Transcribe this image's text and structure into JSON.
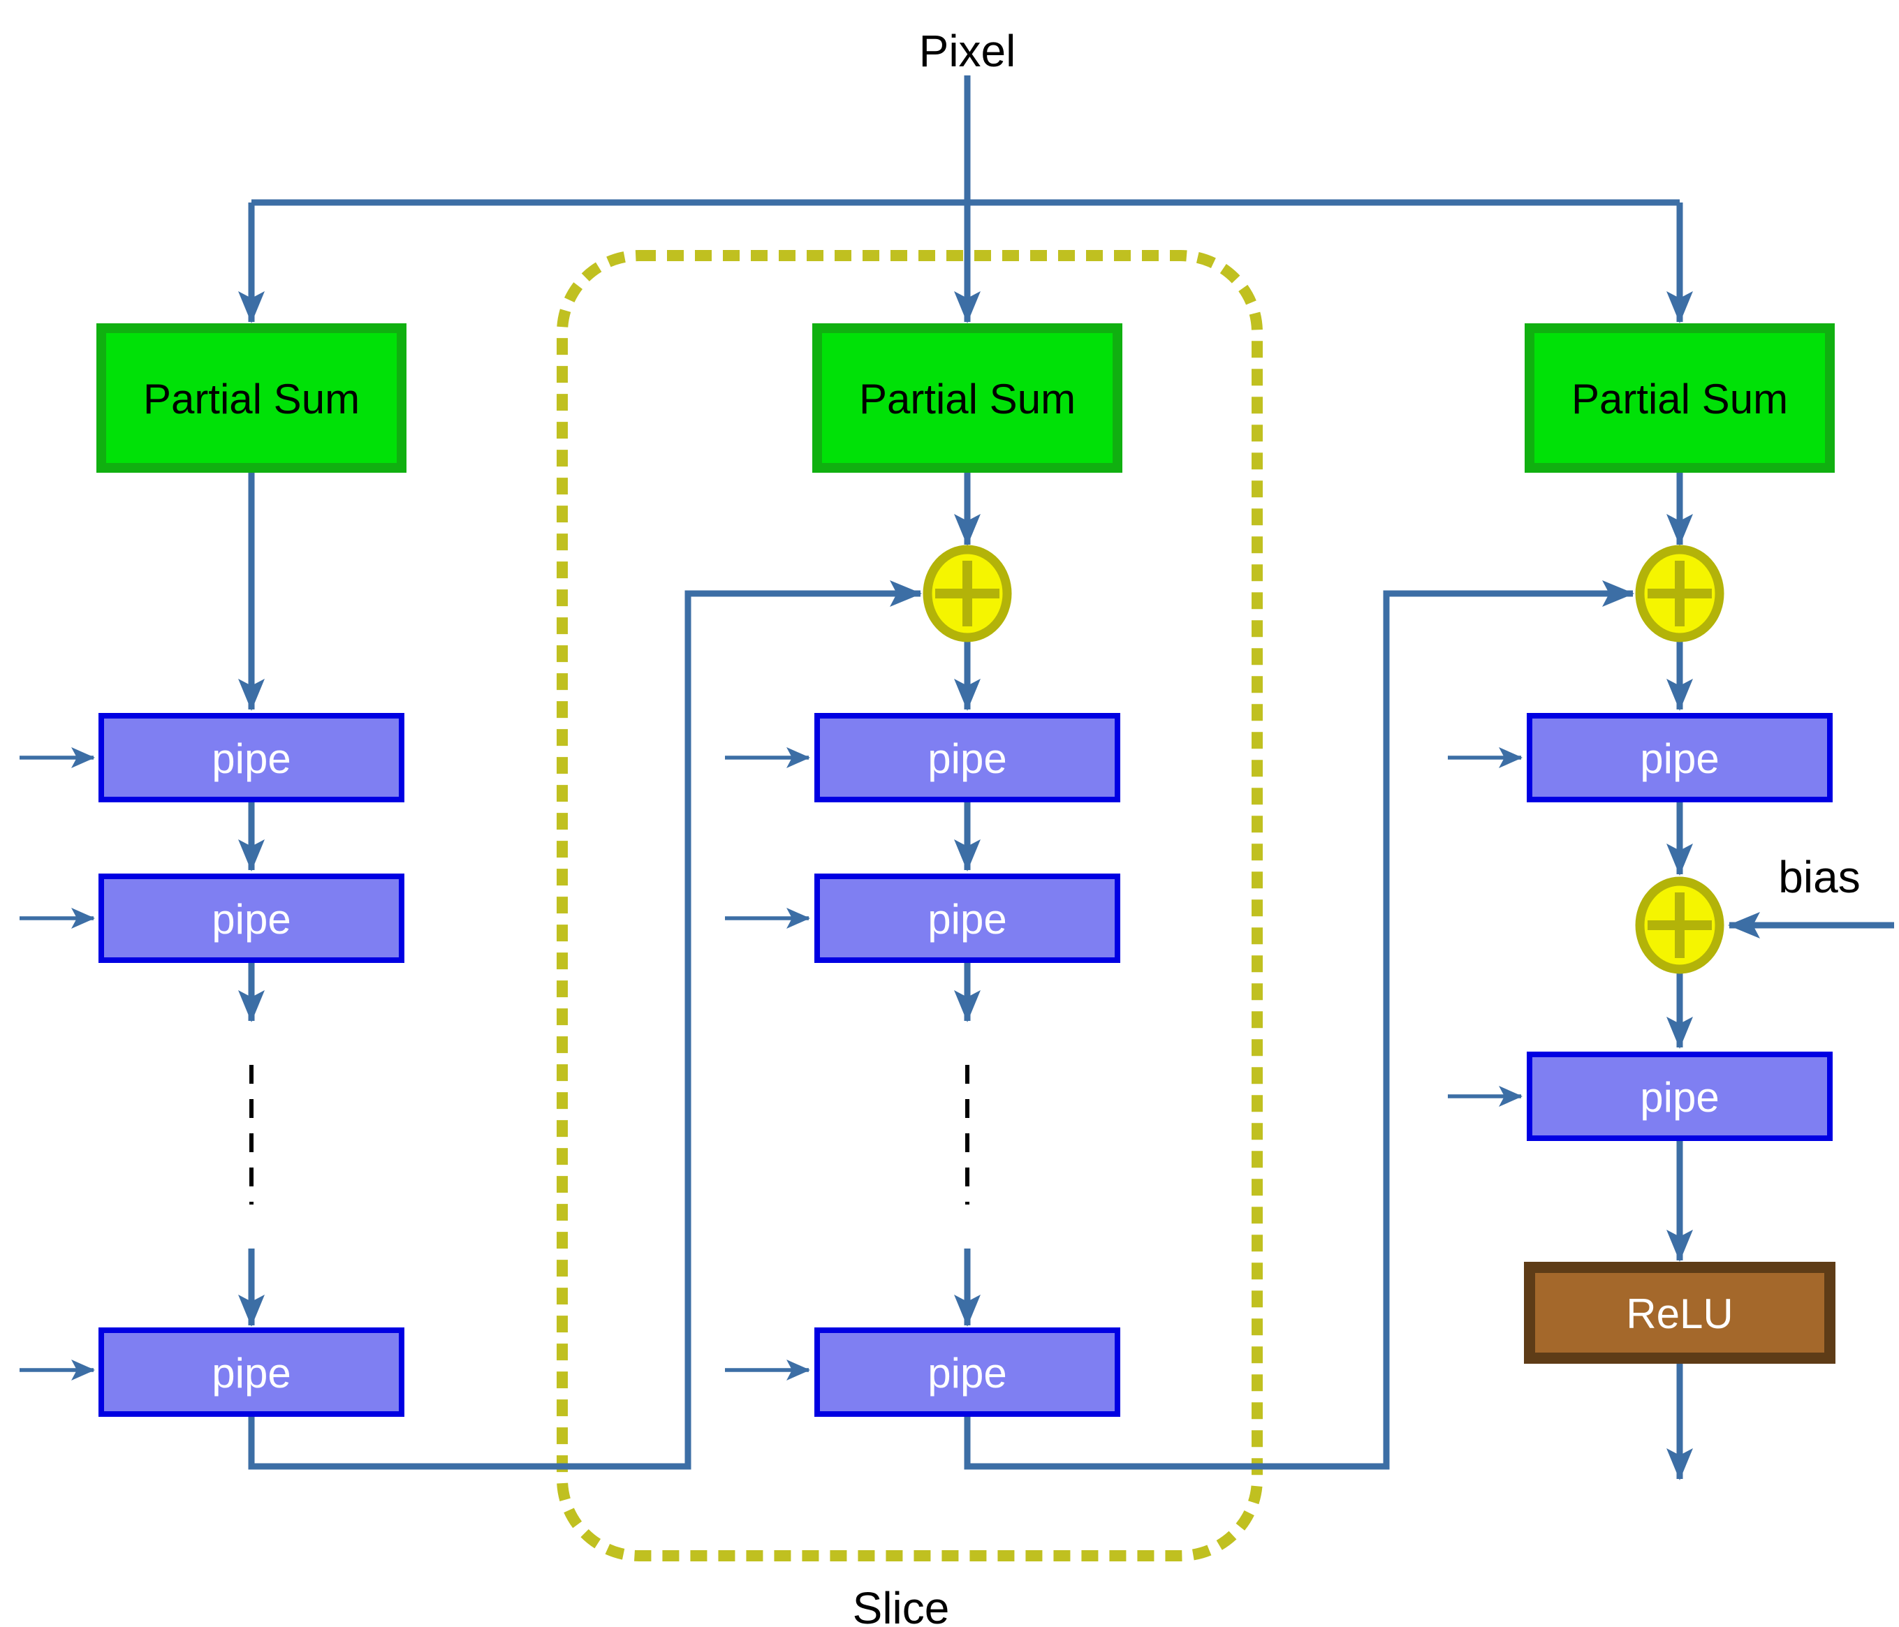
{
  "diagram": {
    "description": "Dataflow diagram of a pixel processing slice: pixel input broadcast to three partial-sum columns of pipeline stages with adders, bias addition and ReLU output"
  },
  "labels": {
    "pixel": "Pixel",
    "bias": "bias",
    "slice": "Slice"
  },
  "boxes": {
    "partial_sum_left": "Partial Sum",
    "partial_sum_middle": "Partial Sum",
    "partial_sum_right": "Partial Sum",
    "pipe_left_1": "pipe",
    "pipe_left_2": "pipe",
    "pipe_left_3": "pipe",
    "pipe_middle_1": "pipe",
    "pipe_middle_2": "pipe",
    "pipe_middle_3": "pipe",
    "pipe_right_1": "pipe",
    "pipe_right_2": "pipe",
    "relu": "ReLU"
  },
  "colors": {
    "flow_line": "#3c6ea5",
    "partial_sum_fill": "#00e107",
    "partial_sum_border": "#10b010",
    "pipe_fill": "#7f7ff2",
    "pipe_border": "#0000e2",
    "adder_fill": "#f5f500",
    "adder_border": "#b3b309",
    "relu_fill": "#a4682b",
    "relu_border": "#5e3c17",
    "slice_dash": "#c0c020",
    "ellipsis": "#000000",
    "label_text": "#000000",
    "box_text_dark": "#000000",
    "box_text_light": "#ffffff"
  }
}
